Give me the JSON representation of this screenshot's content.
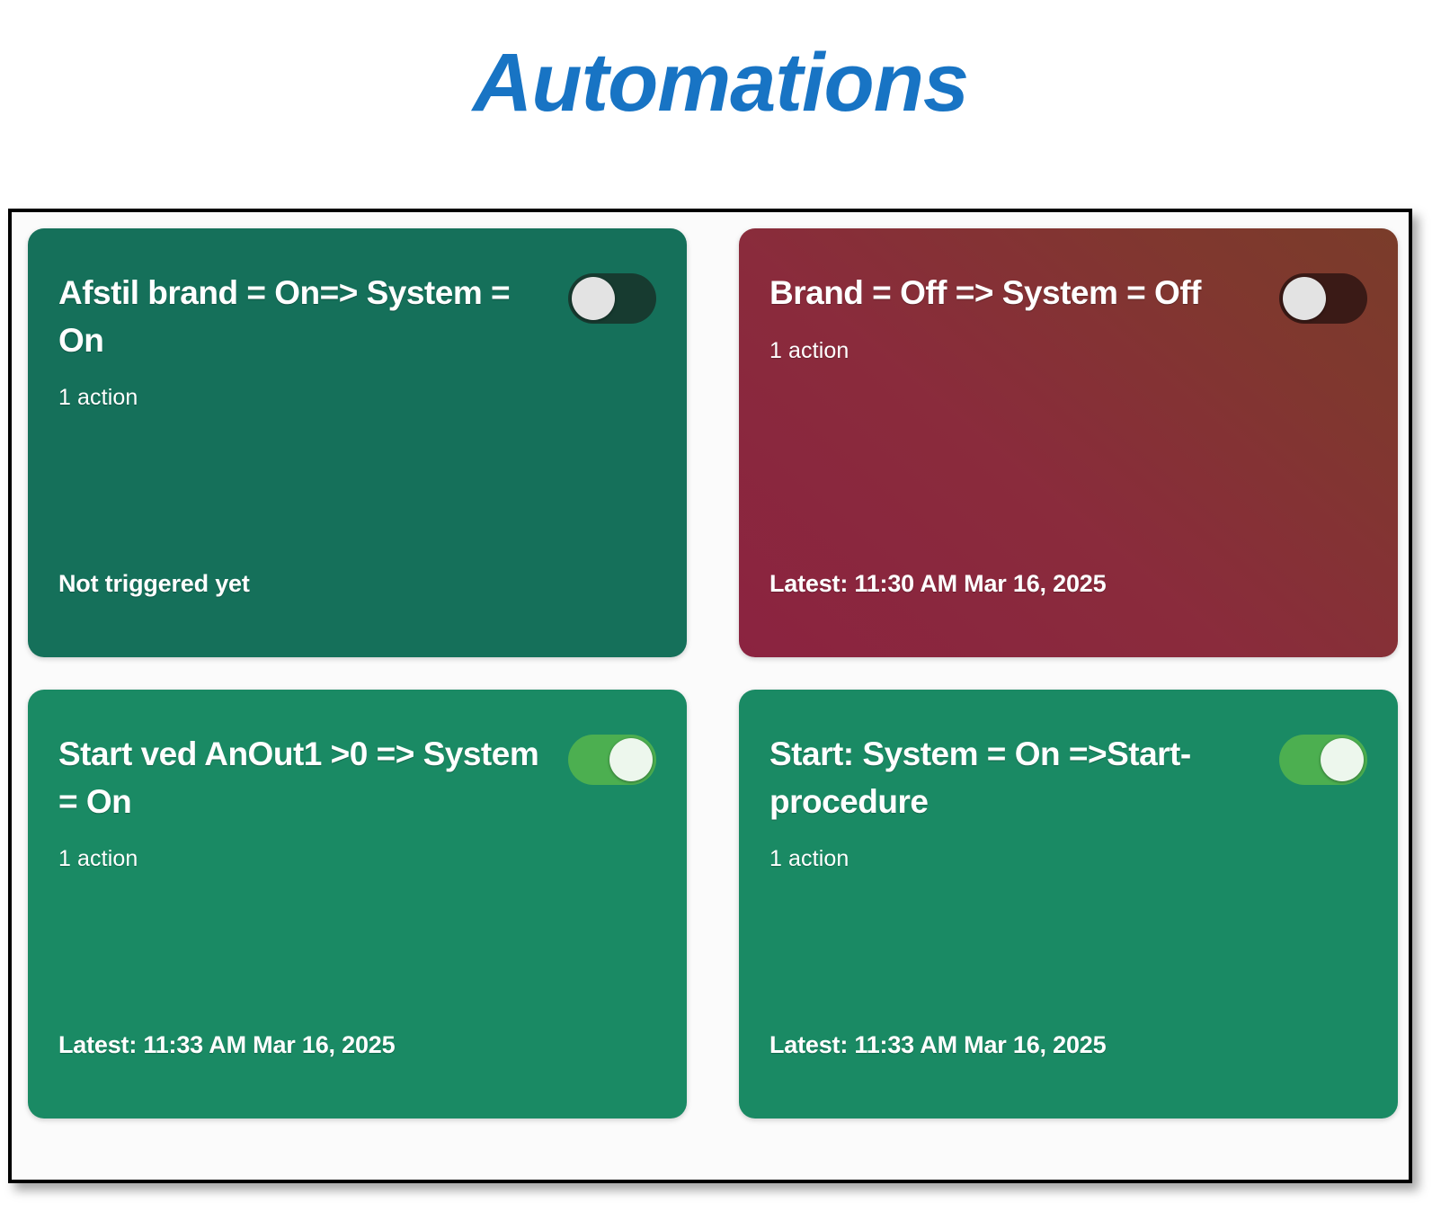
{
  "page": {
    "title": "Automations",
    "title_color": "#1874C4"
  },
  "colors": {
    "green_dark": "#15705A",
    "green_light": "#1A8A64",
    "maroon": "#8B2340",
    "maroon_gradient_end": "#7A3C2A",
    "toggle_on": "#4CAF50",
    "toggle_off_green": "#173B30",
    "toggle_off_maroon": "#3A1A16",
    "knob": "#e3e3e3"
  },
  "cards": [
    {
      "title": "Afstil brand = On=> System = On",
      "actions": "1 action",
      "footer": "Not triggered yet",
      "toggle_state": "off",
      "toggle_icon": "toggle-switch-off-icon",
      "theme": "green-dark"
    },
    {
      "title": "Brand = Off => System = Off",
      "actions": "1 action",
      "footer": "Latest: 11:30 AM Mar 16, 2025",
      "toggle_state": "off",
      "toggle_icon": "toggle-switch-off-icon",
      "theme": "maroon"
    },
    {
      "title": "Start ved AnOut1 >0 => System = On",
      "actions": "1 action",
      "footer": "Latest: 11:33 AM Mar 16, 2025",
      "toggle_state": "on",
      "toggle_icon": "toggle-switch-on-icon",
      "theme": "green-light"
    },
    {
      "title": "Start: System = On =>Start-procedure",
      "actions": "1 action",
      "footer": "Latest: 11:33 AM Mar 16, 2025",
      "toggle_state": "on",
      "toggle_icon": "toggle-switch-on-icon",
      "theme": "green-light"
    }
  ]
}
